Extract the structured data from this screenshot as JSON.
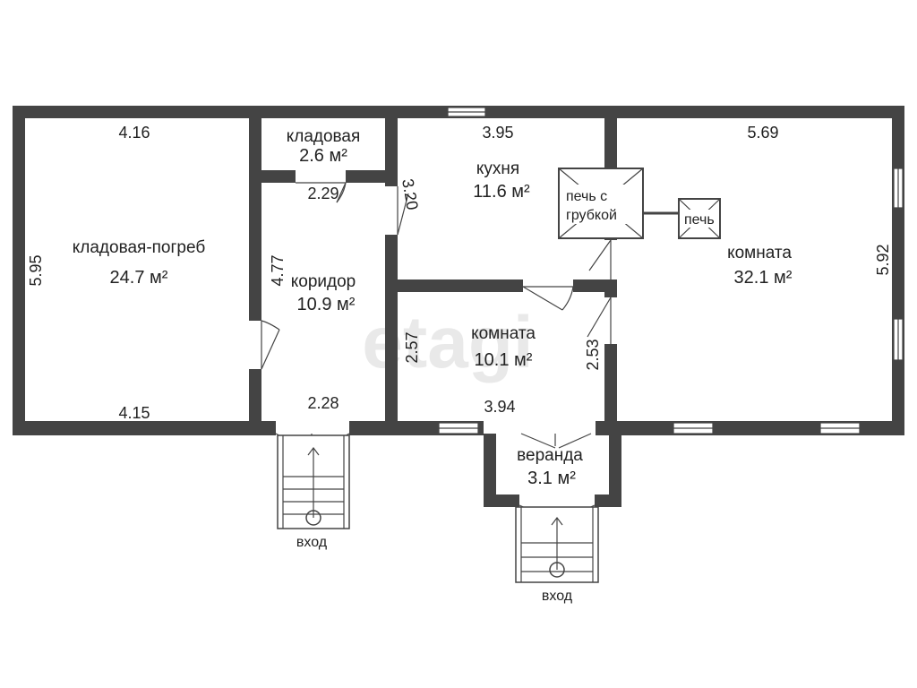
{
  "watermark": "etagi",
  "rooms": {
    "storage_cellar": {
      "name": "кладовая-погреб",
      "area": "24.7 м²",
      "dim_top": "4.16",
      "dim_bottom": "4.15",
      "dim_left": "5.95"
    },
    "pantry": {
      "name": "кладовая",
      "area": "2.6 м²",
      "dim_bottom": "2.29"
    },
    "corridor": {
      "name": "коридор",
      "area": "10.9 м²",
      "dim_left": "4.77",
      "dim_bottom": "2.28",
      "dim_door": "3.20"
    },
    "kitchen": {
      "name": "кухня",
      "area": "11.6 м²",
      "dim_top": "3.95"
    },
    "room_small": {
      "name": "комната",
      "area": "10.1 м²",
      "dim_left": "2.57",
      "dim_right": "2.53",
      "dim_bottom": "3.94"
    },
    "room_large": {
      "name": "комната",
      "area": "32.1 м²",
      "dim_top": "5.69",
      "dim_right": "5.92"
    },
    "veranda": {
      "name": "веранда",
      "area": "3.1 м²"
    }
  },
  "stove_chimney": {
    "line1": "печь с",
    "line2": "грубкой"
  },
  "stove": "печь",
  "entrance_left": "вход",
  "entrance_right": "вход",
  "colors": {
    "wall": "#444444",
    "watermark": "#e9e9e9",
    "background": "#ffffff"
  }
}
